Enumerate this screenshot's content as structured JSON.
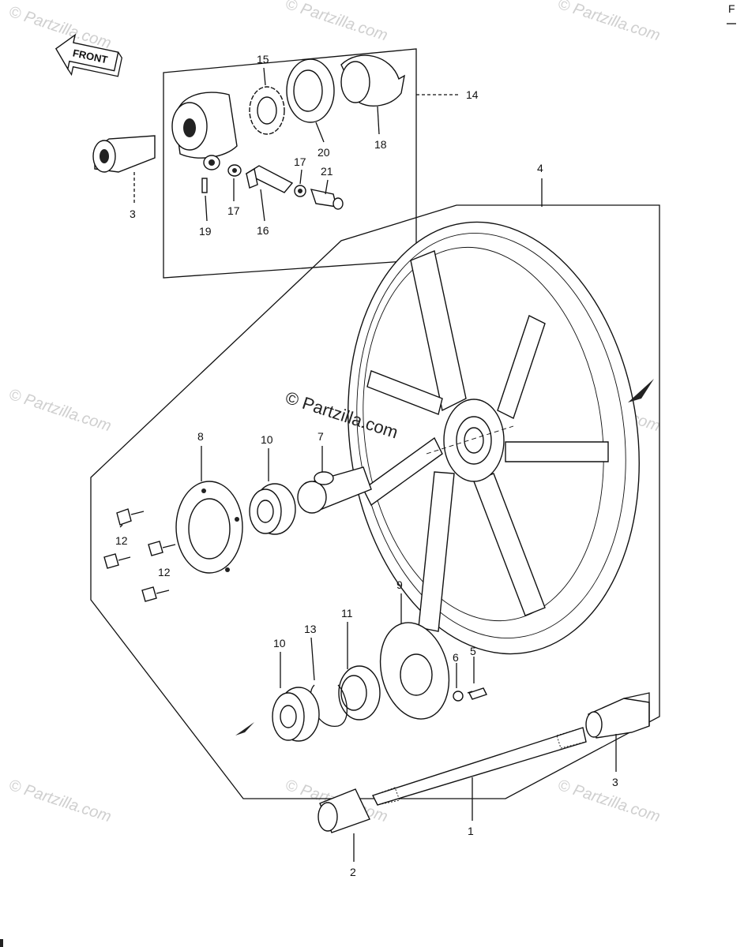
{
  "diagram": {
    "front_label": "FRONT",
    "corner_mark": "F",
    "watermark_center": "© Partzilla.com",
    "watermark_repeat": "© Partzilla.com",
    "callouts": {
      "c1": "1",
      "c2": "2",
      "c3a": "3",
      "c3b": "3",
      "c4": "4",
      "c5": "5",
      "c6": "6",
      "c7": "7",
      "c8": "8",
      "c9": "9",
      "c10a": "10",
      "c10b": "10",
      "c11": "11",
      "c12a": "12",
      "c12b": "12",
      "c13": "13",
      "c14": "14",
      "c15": "15",
      "c16": "16",
      "c17a": "17",
      "c17b": "17",
      "c18": "18",
      "c19": "19",
      "c20": "20",
      "c21": "21"
    }
  }
}
